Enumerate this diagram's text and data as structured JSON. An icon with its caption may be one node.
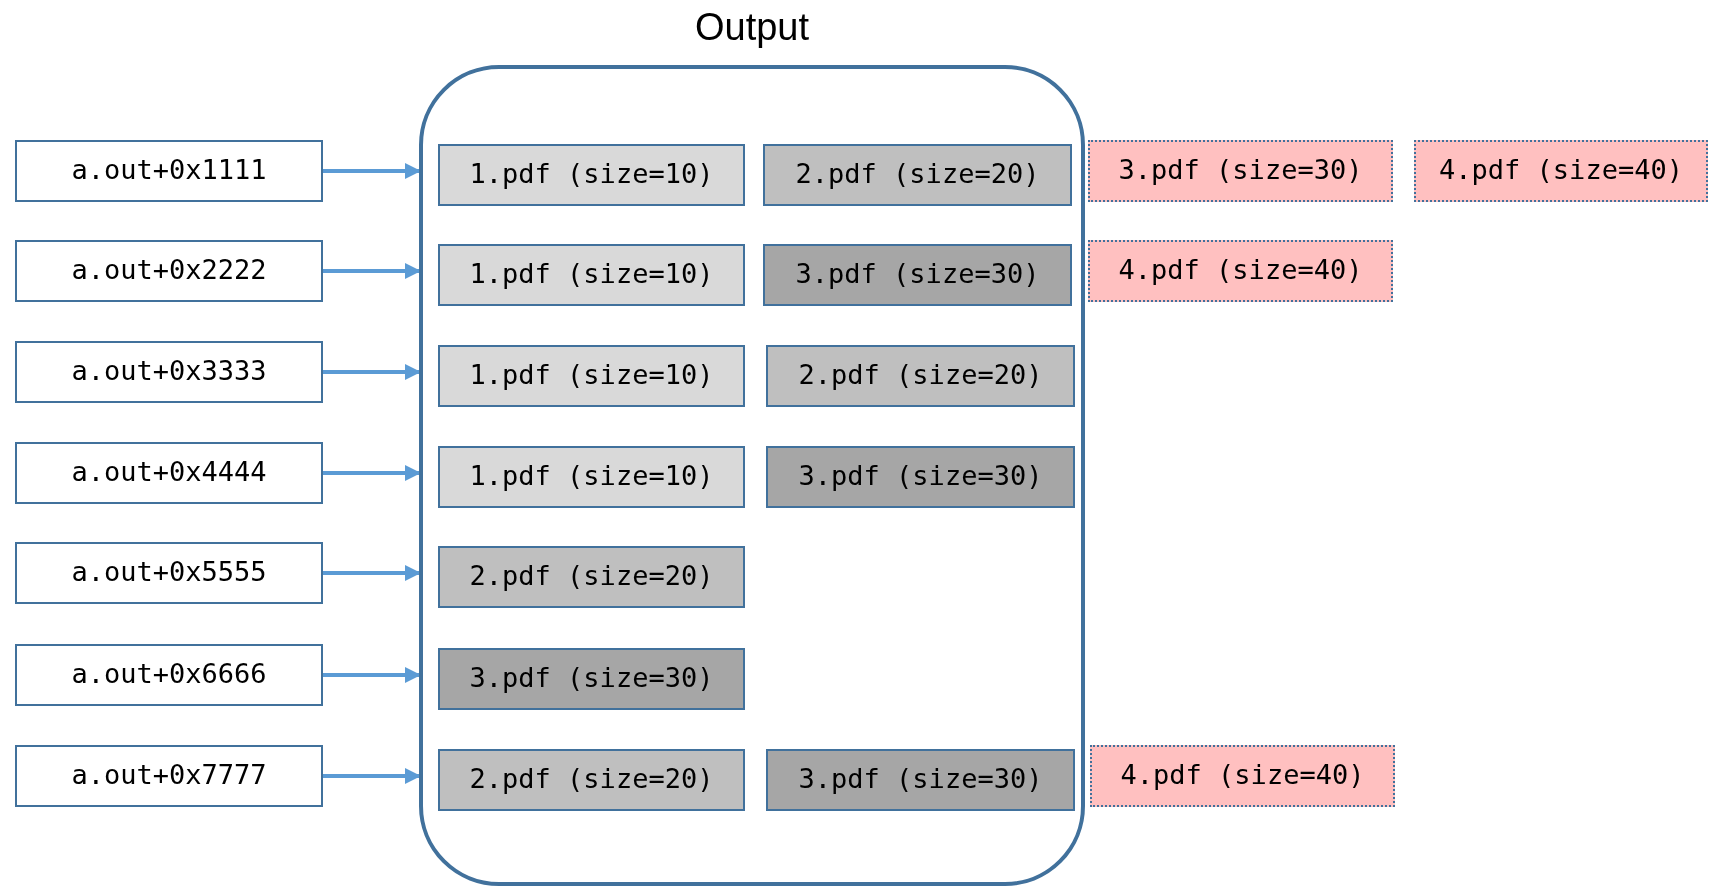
{
  "diagram": {
    "nodes": [
      {
        "text": [
          "Output"
        ]
      },
      {
        "text": [
          "a.out+0x1111"
        ]
      },
      {
        "text": [
          "1.pdf (size=10)"
        ],
        "in": 0
      },
      {
        "text": [
          "2.pdf (size=20)"
        ],
        "in": 0
      },
      {
        "text": [
          "3.pdf (size=30)"
        ]
      },
      {
        "text": [
          "4.pdf (size=40)"
        ]
      },
      {
        "text": [
          "a.out+0x2222"
        ]
      },
      {
        "text": [
          "1.pdf (size=10)"
        ],
        "in": 0
      },
      {
        "text": [
          "3.pdf (size=30)"
        ],
        "in": 0
      },
      {
        "text": [
          "4.pdf (size=40)"
        ]
      },
      {
        "text": [
          "a.out+0x3333"
        ]
      },
      {
        "text": [
          "1.pdf (size=10)"
        ],
        "in": 0
      },
      {
        "text": [
          "2.pdf (size=20)"
        ],
        "in": 0
      },
      {
        "text": [
          "a.out+0x4444"
        ]
      },
      {
        "text": [
          "1.pdf (size=10)"
        ],
        "in": 0
      },
      {
        "text": [
          "3.pdf (size=30)"
        ],
        "in": 0
      },
      {
        "text": [
          "a.out+0x5555"
        ]
      },
      {
        "text": [
          "2.pdf (size=20)"
        ],
        "in": 0
      },
      {
        "text": [
          "a.out+0x6666"
        ]
      },
      {
        "text": [
          "3.pdf (size=30)"
        ],
        "in": 0
      },
      {
        "text": [
          "a.out+0x7777"
        ]
      },
      {
        "text": [
          "2.pdf (size=20)"
        ],
        "in": 0
      },
      {
        "text": [
          "3.pdf (size=30)"
        ],
        "in": 0
      },
      {
        "text": [
          "4.pdf (size=40)"
        ]
      }
    ],
    "edges": [
      {
        "from": 1,
        "to": 0,
        "arrow": "to"
      },
      {
        "from": 6,
        "to": 0,
        "arrow": "to"
      },
      {
        "from": 10,
        "to": 0,
        "arrow": "to"
      },
      {
        "from": 13,
        "to": 0,
        "arrow": "to"
      },
      {
        "from": 16,
        "to": 0,
        "arrow": "to"
      },
      {
        "from": 18,
        "to": 0,
        "arrow": "to"
      },
      {
        "from": 20,
        "to": 0,
        "arrow": "to"
      }
    ]
  }
}
